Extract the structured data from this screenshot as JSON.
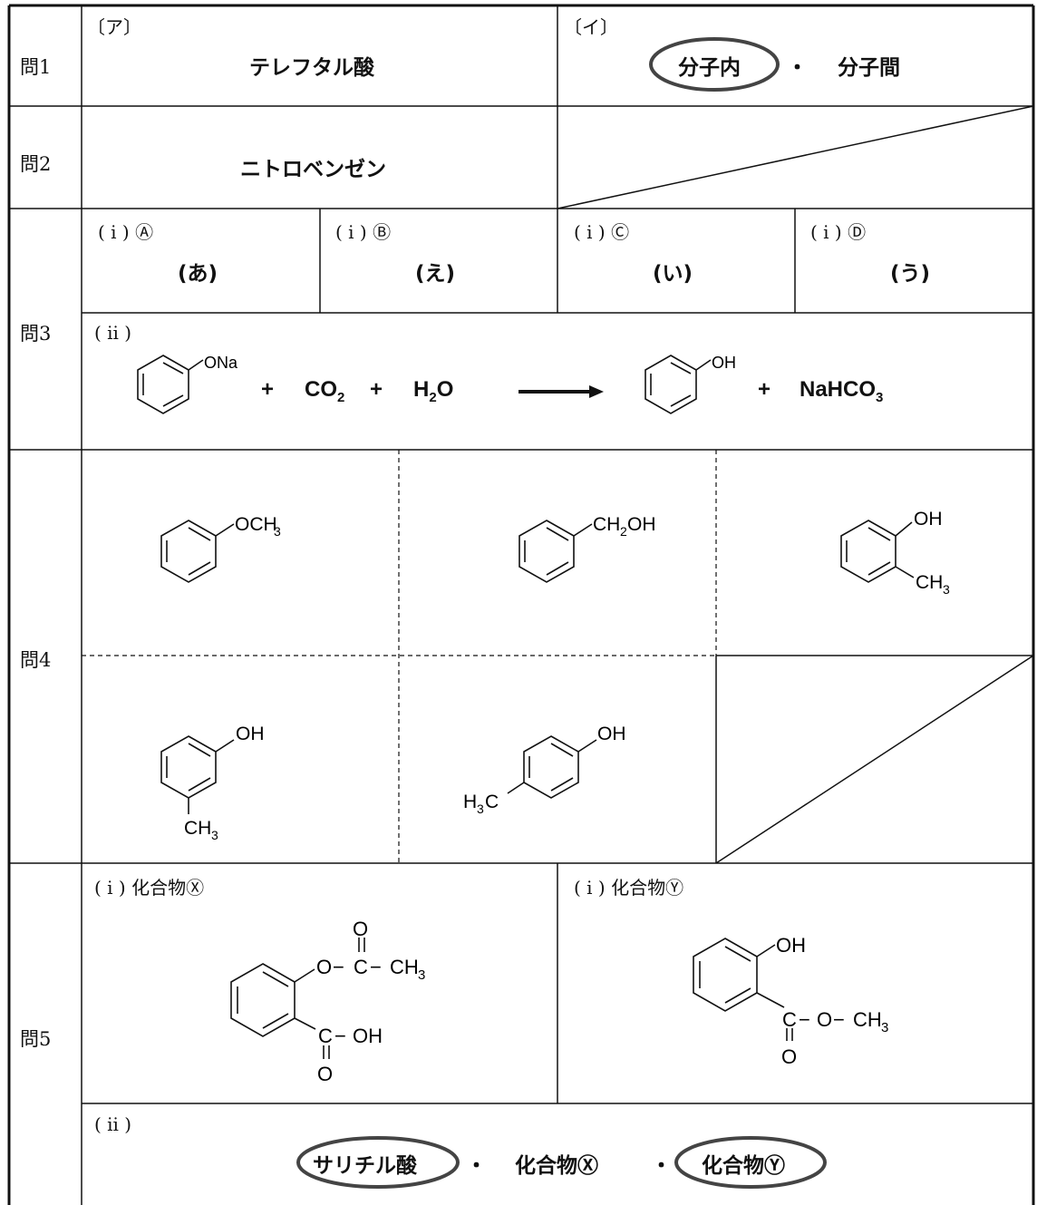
{
  "questions": {
    "q1": {
      "label": "問1",
      "a_tag": "〔ア〕",
      "a_answer": "テレフタル酸",
      "i_tag": "〔イ〕",
      "i_option1": "分子内",
      "i_separator": "・",
      "i_option2": "分子間"
    },
    "q2": {
      "label": "問2",
      "answer": "ニトロベンゼン"
    },
    "q3": {
      "label": "問3",
      "i_cells": [
        {
          "tag": "( i )",
          "letter": "Ⓐ",
          "answer": "(あ)"
        },
        {
          "tag": "( i )",
          "letter": "Ⓑ",
          "answer": "(え)"
        },
        {
          "tag": "( i )",
          "letter": "Ⓒ",
          "answer": "(い)"
        },
        {
          "tag": "( i )",
          "letter": "Ⓓ",
          "answer": "(う)"
        }
      ],
      "ii_tag": "( ii )",
      "reactant_sub": "ONa",
      "plus": "+",
      "co2_main": "CO",
      "co2_sub": "2",
      "h2o_h": "H",
      "h2o_sub": "2",
      "h2o_o": "O",
      "product_sub": "OH",
      "nahco3_main": "NaHCO",
      "nahco3_sub": "3"
    },
    "q4": {
      "label": "問4",
      "structures": [
        {
          "sub1_main": "OCH",
          "sub1_sub": "3"
        },
        {
          "sub1_main": "CH",
          "sub1_sub": "2",
          "sub1_tail": "OH"
        },
        {
          "sub1": "OH",
          "sub2_main": "CH",
          "sub2_sub": "3"
        },
        {
          "sub1": "OH",
          "sub2_main": "CH",
          "sub2_sub": "3"
        },
        {
          "sub1": "OH",
          "sub2_pre": "H",
          "sub2_sub": "3",
          "sub2_post": "C"
        }
      ]
    },
    "q5": {
      "label": "問5",
      "x_tag": "( i ) 化合物Ⓧ",
      "y_tag": "( i ) 化合物Ⓨ",
      "x_ester_o": "O",
      "x_ester_c": "C",
      "x_ester_dbl_o": "O",
      "x_ester_dash1": "−",
      "x_ester_dash2": "−",
      "x_ester_ch": "CH",
      "x_ester_sub": "3",
      "x_acid_c": "C",
      "x_acid_dash": "−",
      "x_acid_oh": "OH",
      "x_acid_dbl_o": "O",
      "y_oh": "OH",
      "y_c": "C",
      "y_dash1": "−",
      "y_o": "O",
      "y_dash2": "−",
      "y_ch": "CH",
      "y_sub": "3",
      "y_dbl_o": "O",
      "ii_tag": "( ii )",
      "option1": "サリチル酸",
      "sep1": "・",
      "option2": "化合物Ⓧ",
      "sep2": "・",
      "option3": "化合物Ⓨ"
    }
  },
  "colors": {
    "line": "#111111",
    "circle": "#333333"
  }
}
